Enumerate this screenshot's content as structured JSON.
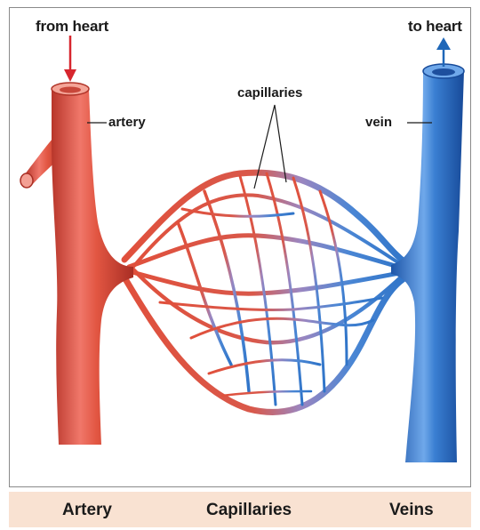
{
  "labels": {
    "from_heart": "from heart",
    "to_heart": "to heart",
    "capillaries": "capillaries",
    "artery": "artery",
    "vein": "vein"
  },
  "footer": {
    "artery": "Artery",
    "capillaries": "Capillaries",
    "veins": "Veins"
  },
  "colors": {
    "artery": "#e0503c",
    "vein": "#2f74c8",
    "footer_bg": "#f9e2d2",
    "arrow_in": "#d7262e",
    "arrow_out": "#1f67b8"
  }
}
